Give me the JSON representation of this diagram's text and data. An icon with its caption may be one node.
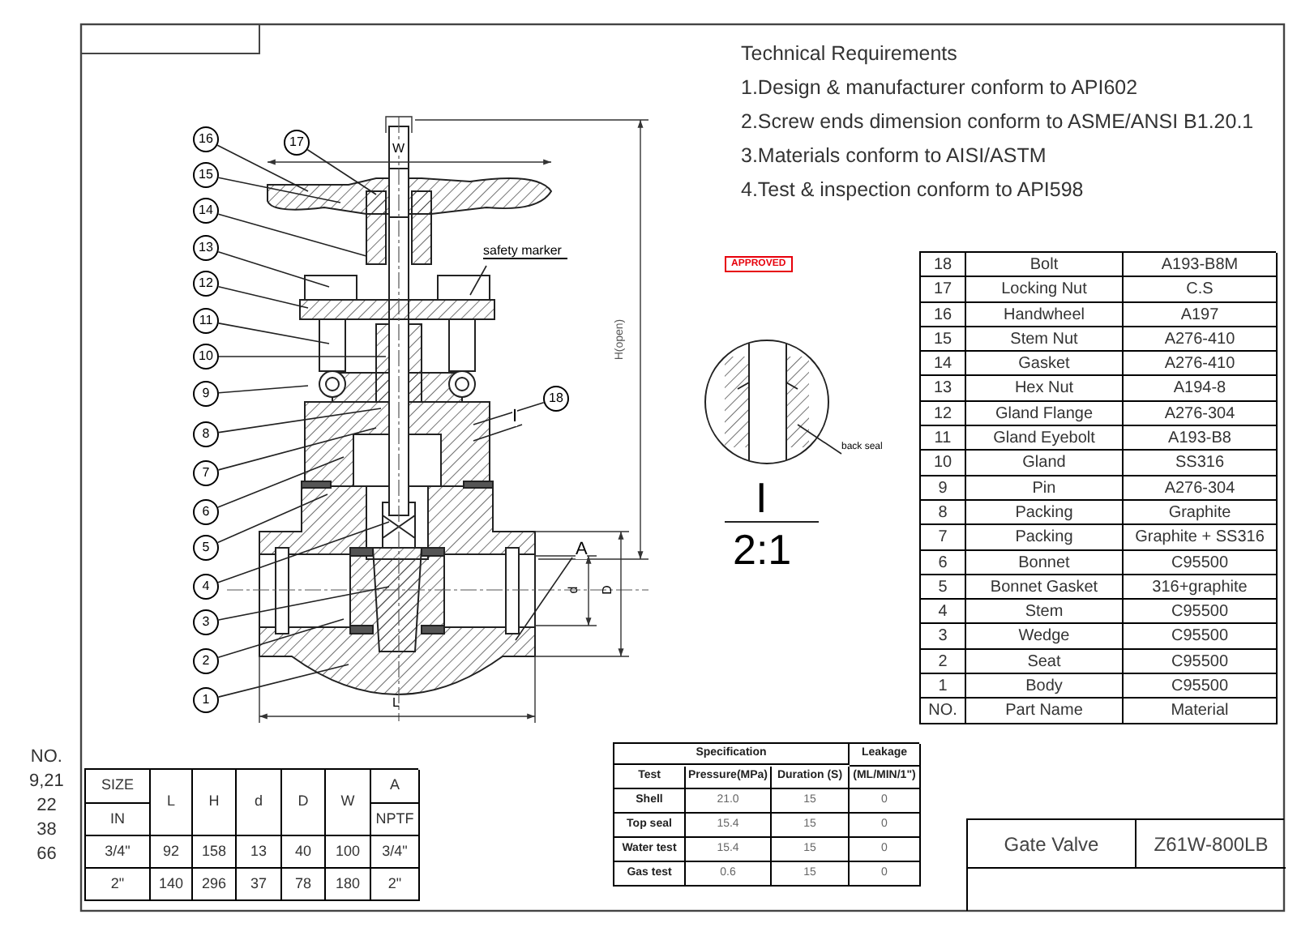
{
  "diagram": {
    "nodes": [
      {
        "text": [
          "16"
        ]
      },
      {
        "text": [
          "15"
        ]
      },
      {
        "text": [
          "14"
        ]
      },
      {
        "text": [
          "13"
        ]
      },
      {
        "text": [
          "12"
        ]
      },
      {
        "text": [
          "11"
        ]
      },
      {
        "text": [
          "10"
        ]
      },
      {
        "text": [
          "9"
        ]
      },
      {
        "text": [
          "8"
        ]
      },
      {
        "text": [
          "7"
        ]
      },
      {
        "text": [
          "6"
        ]
      },
      {
        "text": [
          "5"
        ]
      },
      {
        "text": [
          "4"
        ]
      },
      {
        "text": [
          "3"
        ]
      },
      {
        "text": [
          "2"
        ]
      },
      {
        "text": [
          "1"
        ]
      },
      {
        "text": [
          "17"
        ]
      },
      {
        "text": [
          "18"
        ]
      },
      {
        "text": [
          "I"
        ]
      },
      {
        "text": [
          "safety marker"
        ]
      },
      {
        "text": [
          "A"
        ]
      },
      {
        "text": [
          "back seal"
        ]
      }
    ],
    "edges": [
      {
        "from": 0,
        "to": null,
        "arrow": "none"
      },
      {
        "from": 1,
        "to": null,
        "arrow": "none"
      },
      {
        "from": 2,
        "to": null,
        "arrow": "none"
      },
      {
        "from": 3,
        "to": null,
        "arrow": "none"
      },
      {
        "from": 4,
        "to": null,
        "arrow": "none"
      },
      {
        "from": 5,
        "to": null,
        "arrow": "none"
      },
      {
        "from": 6,
        "to": null,
        "arrow": "none"
      },
      {
        "from": 7,
        "to": null,
        "arrow": "none"
      },
      {
        "from": 8,
        "to": null,
        "arrow": "none"
      },
      {
        "from": 9,
        "to": null,
        "arrow": "none"
      },
      {
        "from": 10,
        "to": null,
        "arrow": "none"
      },
      {
        "from": 11,
        "to": null,
        "arrow": "none"
      },
      {
        "from": 12,
        "to": null,
        "arrow": "none"
      },
      {
        "from": 13,
        "to": null,
        "arrow": "none"
      },
      {
        "from": 14,
        "to": null,
        "arrow": "none"
      },
      {
        "from": 15,
        "to": null,
        "arrow": "none"
      },
      {
        "from": 16,
        "to": null,
        "arrow": "none"
      },
      {
        "from": 17,
        "to": null,
        "arrow": "none"
      },
      {
        "from": 18,
        "to": null,
        "arrow": "none"
      },
      {
        "from": 19,
        "to": null,
        "arrow": "none"
      },
      {
        "from": 20,
        "to": null,
        "arrow": "none"
      },
      {
        "from": 21,
        "to": null,
        "arrow": "none"
      }
    ],
    "labels": [
      "Technical Requirements",
      "1.Design & manufacturer conform to API602",
      "2.Screw ends dimension conform to ASME/ANSI B1.20.1",
      "3.Materials conform to AISI/ASTM",
      "4.Test & inspection conform to API598",
      "APPROVED",
      "W",
      "H(open)",
      "d",
      "D",
      "L",
      "I",
      "2:1",
      "18",
      "Bolt",
      "A193-B8M",
      "17",
      "Locking Nut",
      "C.S",
      "16",
      "Handwheel",
      "A197",
      "15",
      "Stem Nut",
      "A276-410",
      "14",
      "Gasket",
      "A276-410",
      "13",
      "Hex Nut",
      "A194-8",
      "12",
      "Gland Flange",
      "A276-304",
      "11",
      "Gland Eyebolt",
      "A193-B8",
      "10",
      "Gland",
      "SS316",
      "9",
      "Pin",
      "A276-304",
      "8",
      "Packing",
      "Graphite",
      "7",
      "Packing",
      "Graphite + SS316",
      "6",
      "Bonnet",
      "C95500",
      "5",
      "Bonnet Gasket",
      "316+graphite",
      "4",
      "Stem",
      "C95500",
      "3",
      "Wedge",
      "C95500",
      "2",
      "Seat",
      "C95500",
      "1",
      "Body",
      "C95500",
      "NO.",
      "Part Name",
      "Material",
      "NO.",
      "9,21",
      "22",
      "38",
      "66",
      "SIZE",
      "L",
      "H",
      "d",
      "D",
      "W",
      "A",
      "IN",
      "NPTF",
      "3/4\"",
      "92",
      "158",
      "13",
      "40",
      "100",
      "3/4\"",
      "2\"",
      "140",
      "296",
      "37",
      "78",
      "180",
      "2\"",
      "Specification",
      "Leakage",
      "Test",
      "Pressure(MPa)",
      "Duration (S)",
      "(ML/MIN/1\")",
      "Shell",
      "21.0",
      "15",
      "0",
      "Top seal",
      "15.4",
      "15",
      "0",
      "Water test",
      "15.4",
      "15",
      "0",
      "Gas test",
      "0.6",
      "15",
      "0",
      "Gate Valve",
      "Z61W-800LB"
    ]
  }
}
